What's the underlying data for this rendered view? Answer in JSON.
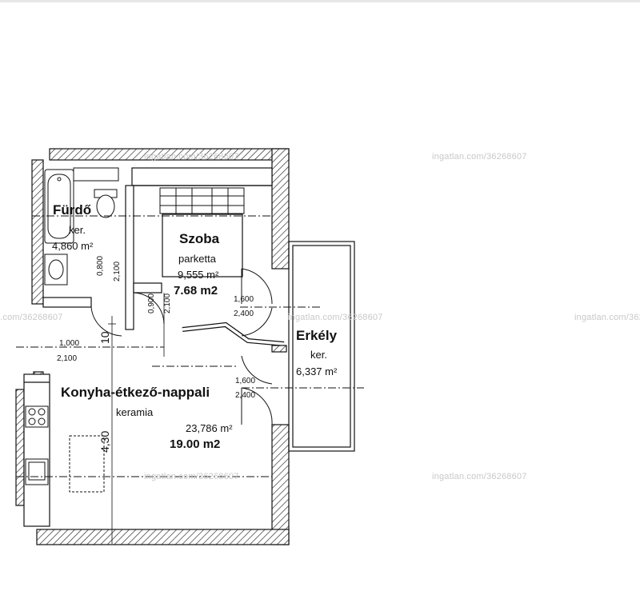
{
  "rooms": {
    "furdo": {
      "name": "Fürdő",
      "material": "ker.",
      "area": "4,860 m²"
    },
    "szoba": {
      "name": "Szoba",
      "material": "parketta",
      "area": "9,555 m²",
      "area2": "7.68 m2"
    },
    "erkely": {
      "name": "Erkély",
      "material": "ker.",
      "area": "6,337 m²"
    },
    "konyha": {
      "name": "Konyha-étkező-nappali",
      "material": "keramia",
      "area": "23,786 m²",
      "area2": "19.00 m2"
    }
  },
  "dimensions": {
    "door_bath_w": "0,800",
    "door_bath_h": "2,100",
    "door_room_w": "0,900",
    "door_room_h": "2,100",
    "balcony_door1_w": "1,600",
    "balcony_door1_h": "2,400",
    "balcony_door2_w": "1,600",
    "balcony_door2_h": "2,400",
    "entry_door_w": "1,000",
    "entry_door_h": "2,100",
    "height_10": "10",
    "height_430": "4,30"
  },
  "watermark": "ingatlan.com/36268607"
}
